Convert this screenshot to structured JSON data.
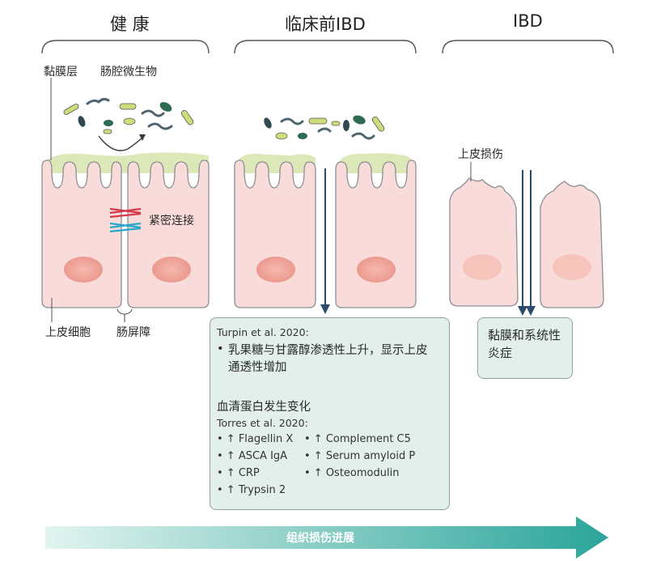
{
  "stages": {
    "healthy": "健 康",
    "preclinical": "临床前IBD",
    "ibd": "IBD"
  },
  "labels": {
    "mucus_layer": "黏膜层",
    "gut_microbes": "肠腔微生物",
    "tight_junction": "紧密连接",
    "epithelial_cells": "上皮细胞",
    "gut_barrier": "肠屏障",
    "epithelial_damage": "上皮损伤"
  },
  "preclinical_box": {
    "ref1": "Turpin et al. 2020:",
    "bullet1": "乳果糖与甘露醇渗透性上升，显示上皮通透性增加",
    "heading2": "血清蛋白发生变化",
    "ref2": "Torres et al. 2020:",
    "markers_left": [
      "• ↑ Flagellin X",
      "• ↑ ASCA IgA",
      "• ↑ CRP",
      "• ↑ Trypsin 2"
    ],
    "markers_right": [
      "• ↑ Complement C5",
      "• ↑ Serum amyloid P",
      "• ↑ Osteomodulin"
    ]
  },
  "ibd_box": {
    "text": "黏膜和系统性炎症"
  },
  "progress_arrow": {
    "label": "组织损伤进展"
  },
  "colors": {
    "cell_fill": "#f9dcd9",
    "cell_stroke": "#8a8f94",
    "nucleus": "#f1a9a0",
    "mucus": "#dde8b8",
    "box_fill": "#e3efea",
    "arrow_dark": "#2d4b6b",
    "junction_red": "#d43a4a",
    "junction_blue": "#2aa7c9",
    "progress_start": "#dff3ee",
    "progress_end": "#2fa79c"
  }
}
